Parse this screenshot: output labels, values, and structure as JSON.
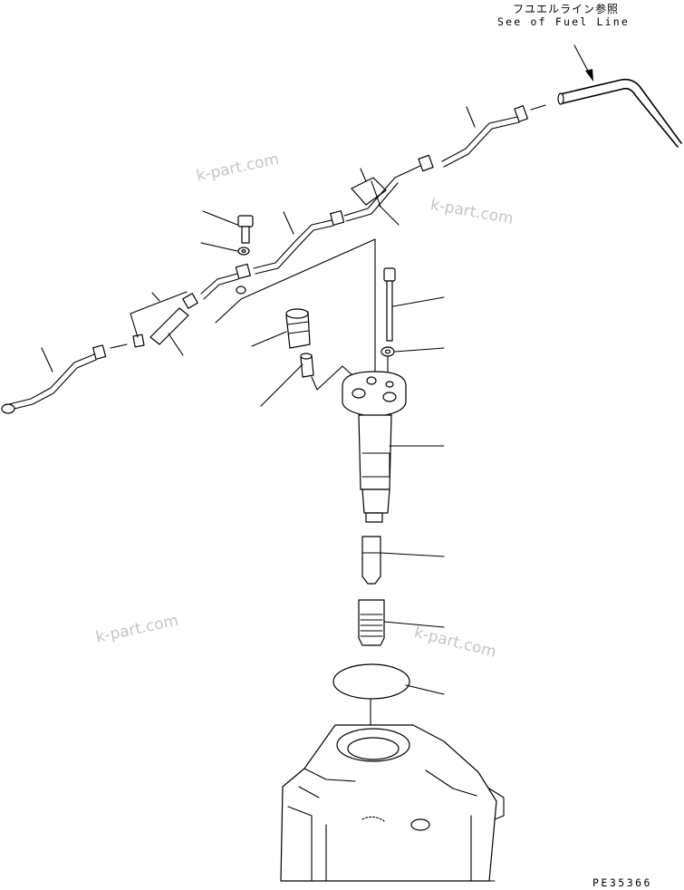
{
  "figure": {
    "note_jp": "フユエルライン参照",
    "note_en": "See of Fuel Line",
    "drawing_number": "PE35366"
  },
  "watermarks": [
    "k-part.com",
    "k-part.com",
    "k-part.com",
    "k-part.com"
  ]
}
